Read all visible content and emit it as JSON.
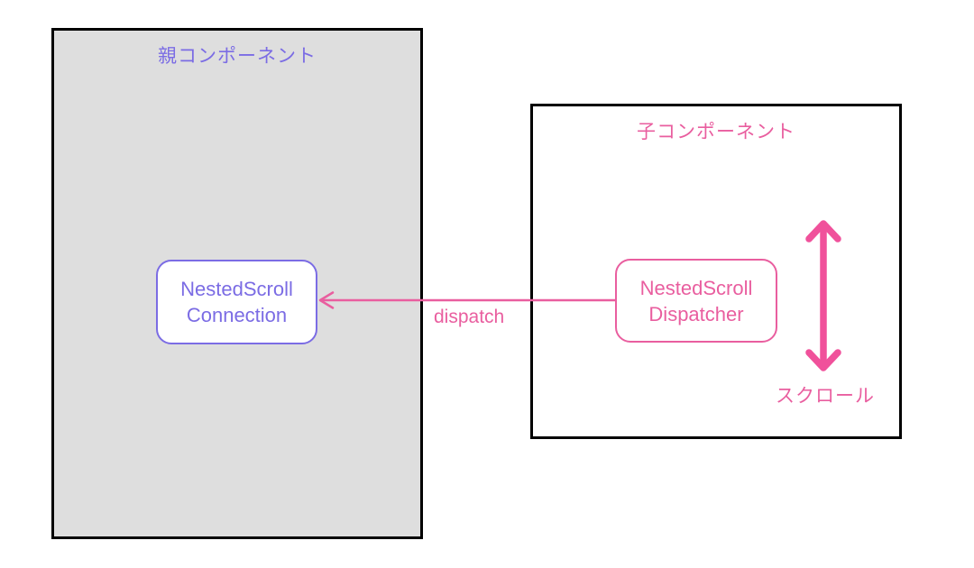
{
  "colors": {
    "purple": "#7B6CE4",
    "pink": "#E95E9F",
    "pink_strong": "#F0519B",
    "parent_fill": "#DEDEDE",
    "box_border": "#000000",
    "node_fill": "#FFFFFF",
    "page_bg": "#FFFFFF"
  },
  "parent_box": {
    "title": "親コンポーネント",
    "node": {
      "line1": "NestedScroll",
      "line2": "Connection"
    }
  },
  "child_box": {
    "title": "子コンポーネント",
    "node": {
      "line1": "NestedScroll",
      "line2": "Dispatcher"
    }
  },
  "arrows": {
    "dispatch": {
      "label": "dispatch",
      "direction": "right-to-left"
    },
    "scroll": {
      "label": "スクロール",
      "direction": "vertical-both-ends"
    }
  }
}
